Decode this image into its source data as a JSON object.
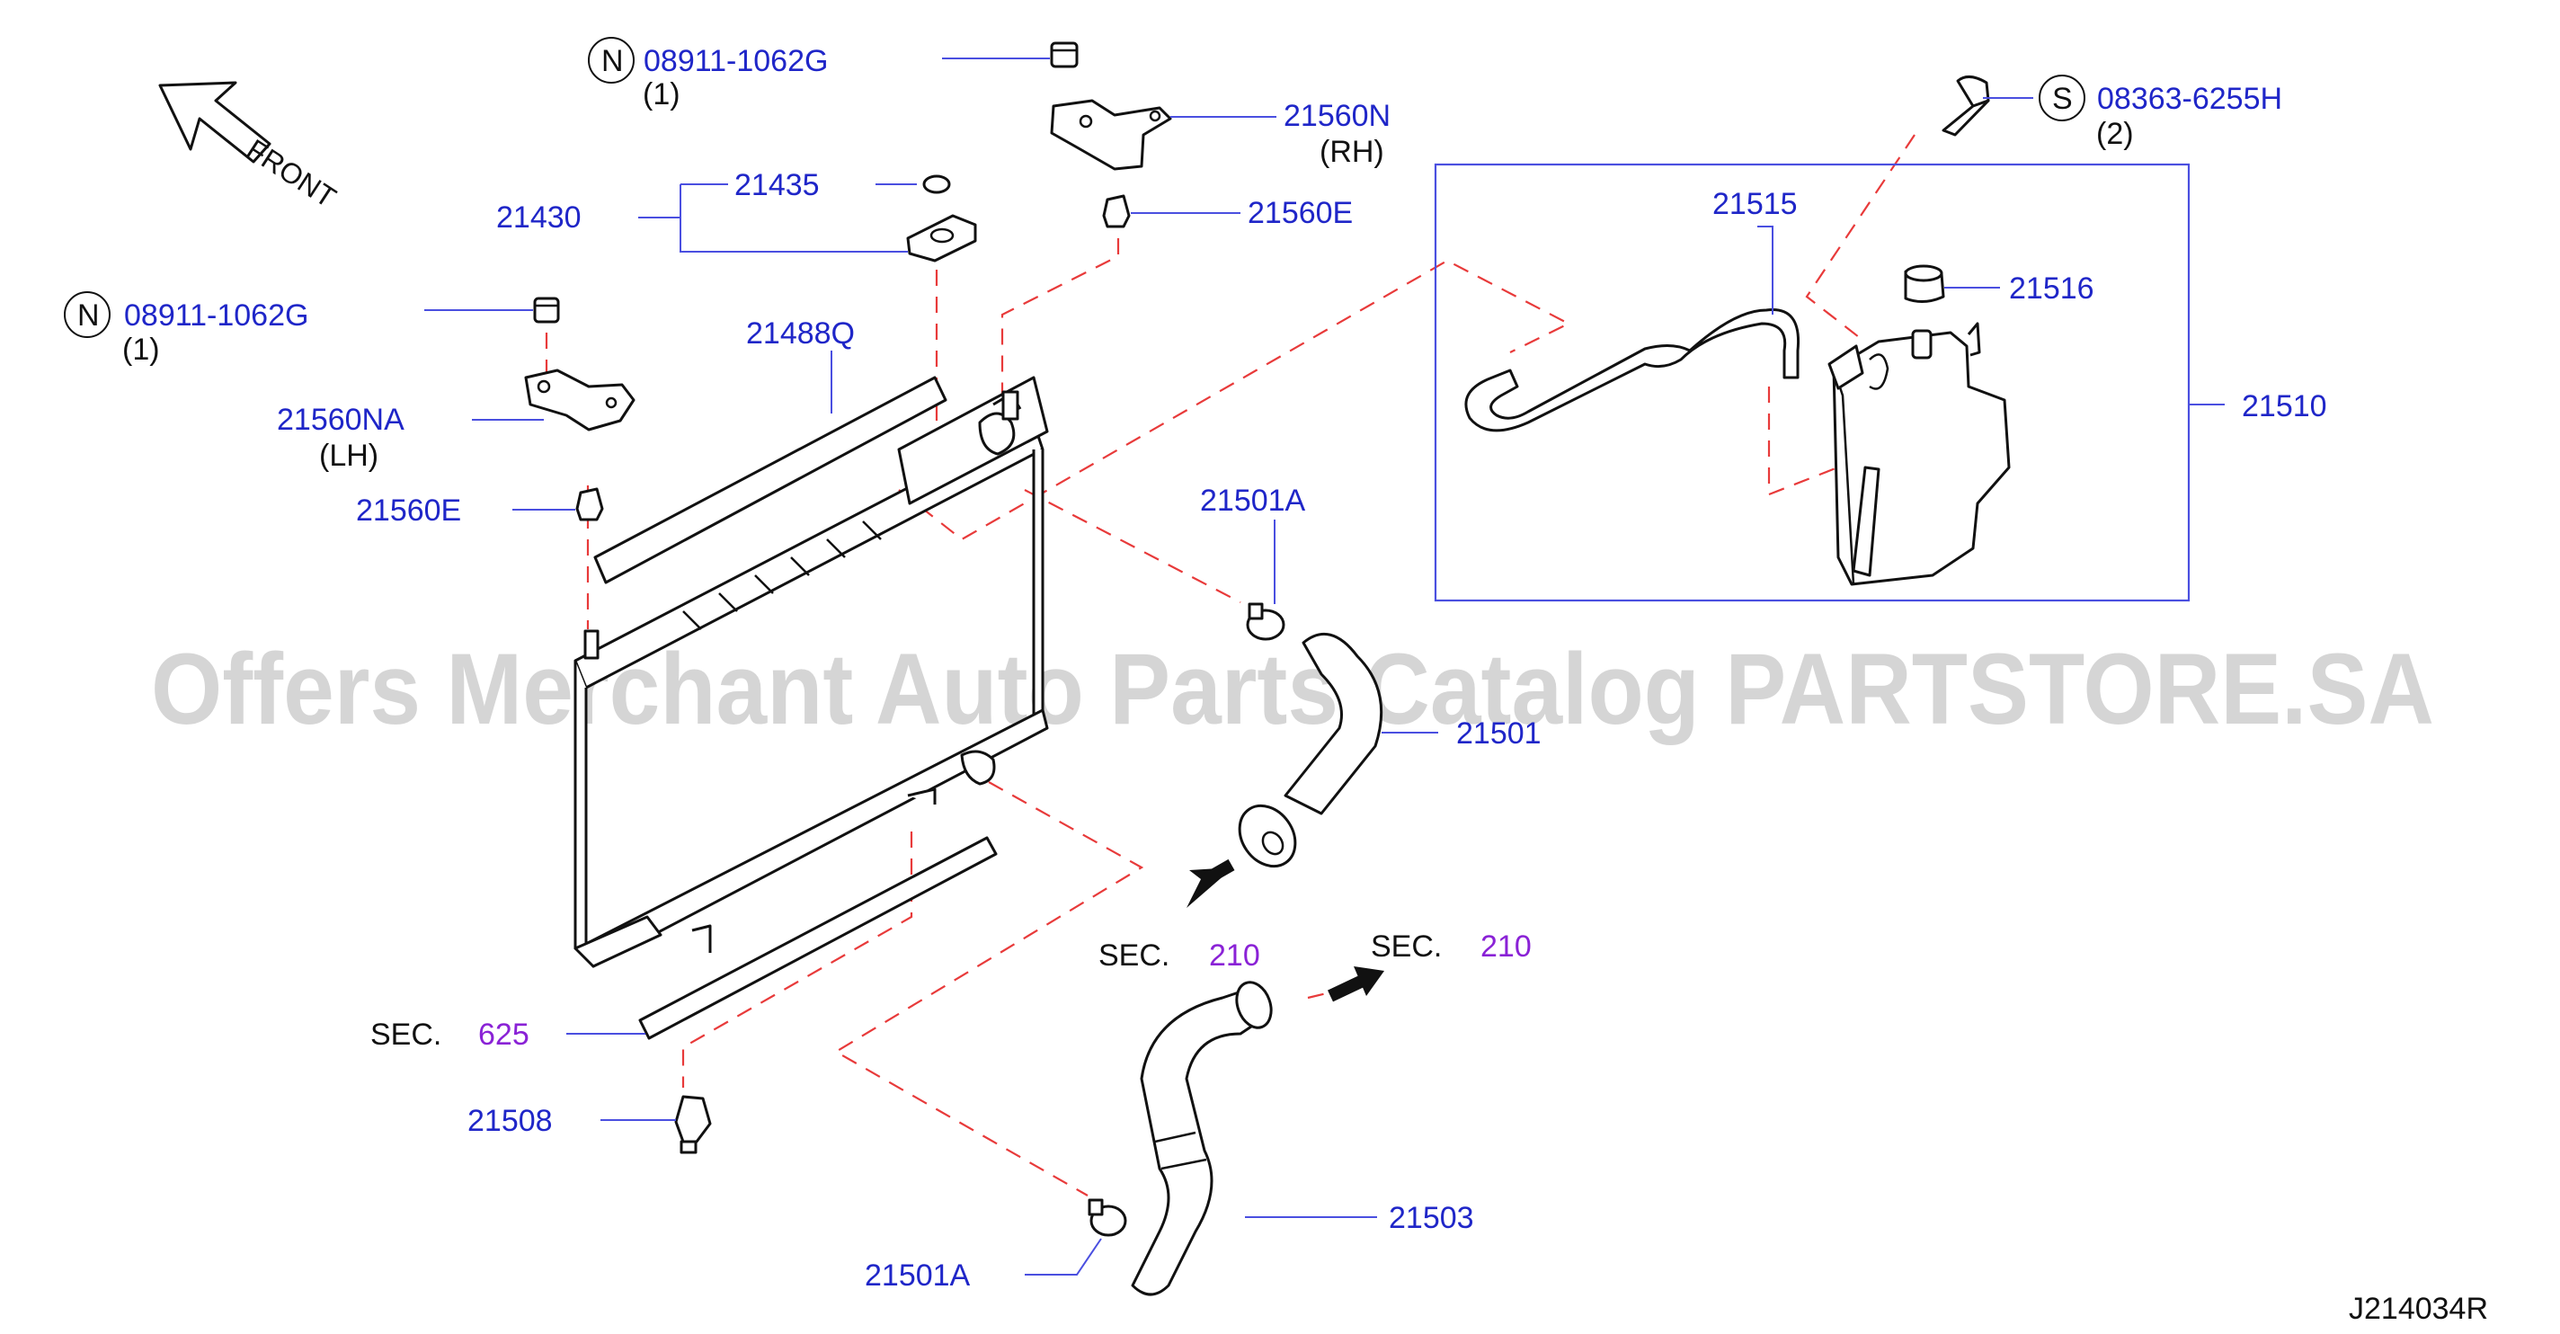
{
  "diagram": {
    "front_label": "FRONT",
    "drawing_code": "J214034R",
    "watermark": "Offers Merchant Auto Parts Catalog PARTSTORE.SA",
    "callouts": {
      "n_top": {
        "symbol": "N",
        "part": "08911-1062G",
        "qty": "(1)"
      },
      "n_left": {
        "symbol": "N",
        "part": "08911-1062G",
        "qty": "(1)"
      },
      "s_right": {
        "symbol": "S",
        "part": "08363-6255H",
        "qty": "(2)"
      },
      "p21560N": {
        "part": "21560N",
        "side": "(RH)"
      },
      "p21560E_top": {
        "part": "21560E"
      },
      "p21435": {
        "part": "21435"
      },
      "p21430": {
        "part": "21430"
      },
      "p21488Q": {
        "part": "21488Q"
      },
      "p21560NA": {
        "part": "21560NA",
        "side": "(LH)"
      },
      "p21560E_left": {
        "part": "21560E"
      },
      "p21515": {
        "part": "21515"
      },
      "p21516": {
        "part": "21516"
      },
      "p21510": {
        "part": "21510"
      },
      "p21501A_top": {
        "part": "21501A"
      },
      "p21501": {
        "part": "21501"
      },
      "sec210_left": {
        "prefix": "SEC.",
        "number": "210"
      },
      "sec210_right": {
        "prefix": "SEC.",
        "number": "210"
      },
      "sec625": {
        "prefix": "SEC.",
        "number": "625"
      },
      "p21508": {
        "part": "21508"
      },
      "p21503": {
        "part": "21503"
      },
      "p21501A_bot": {
        "part": "21501A"
      }
    }
  }
}
